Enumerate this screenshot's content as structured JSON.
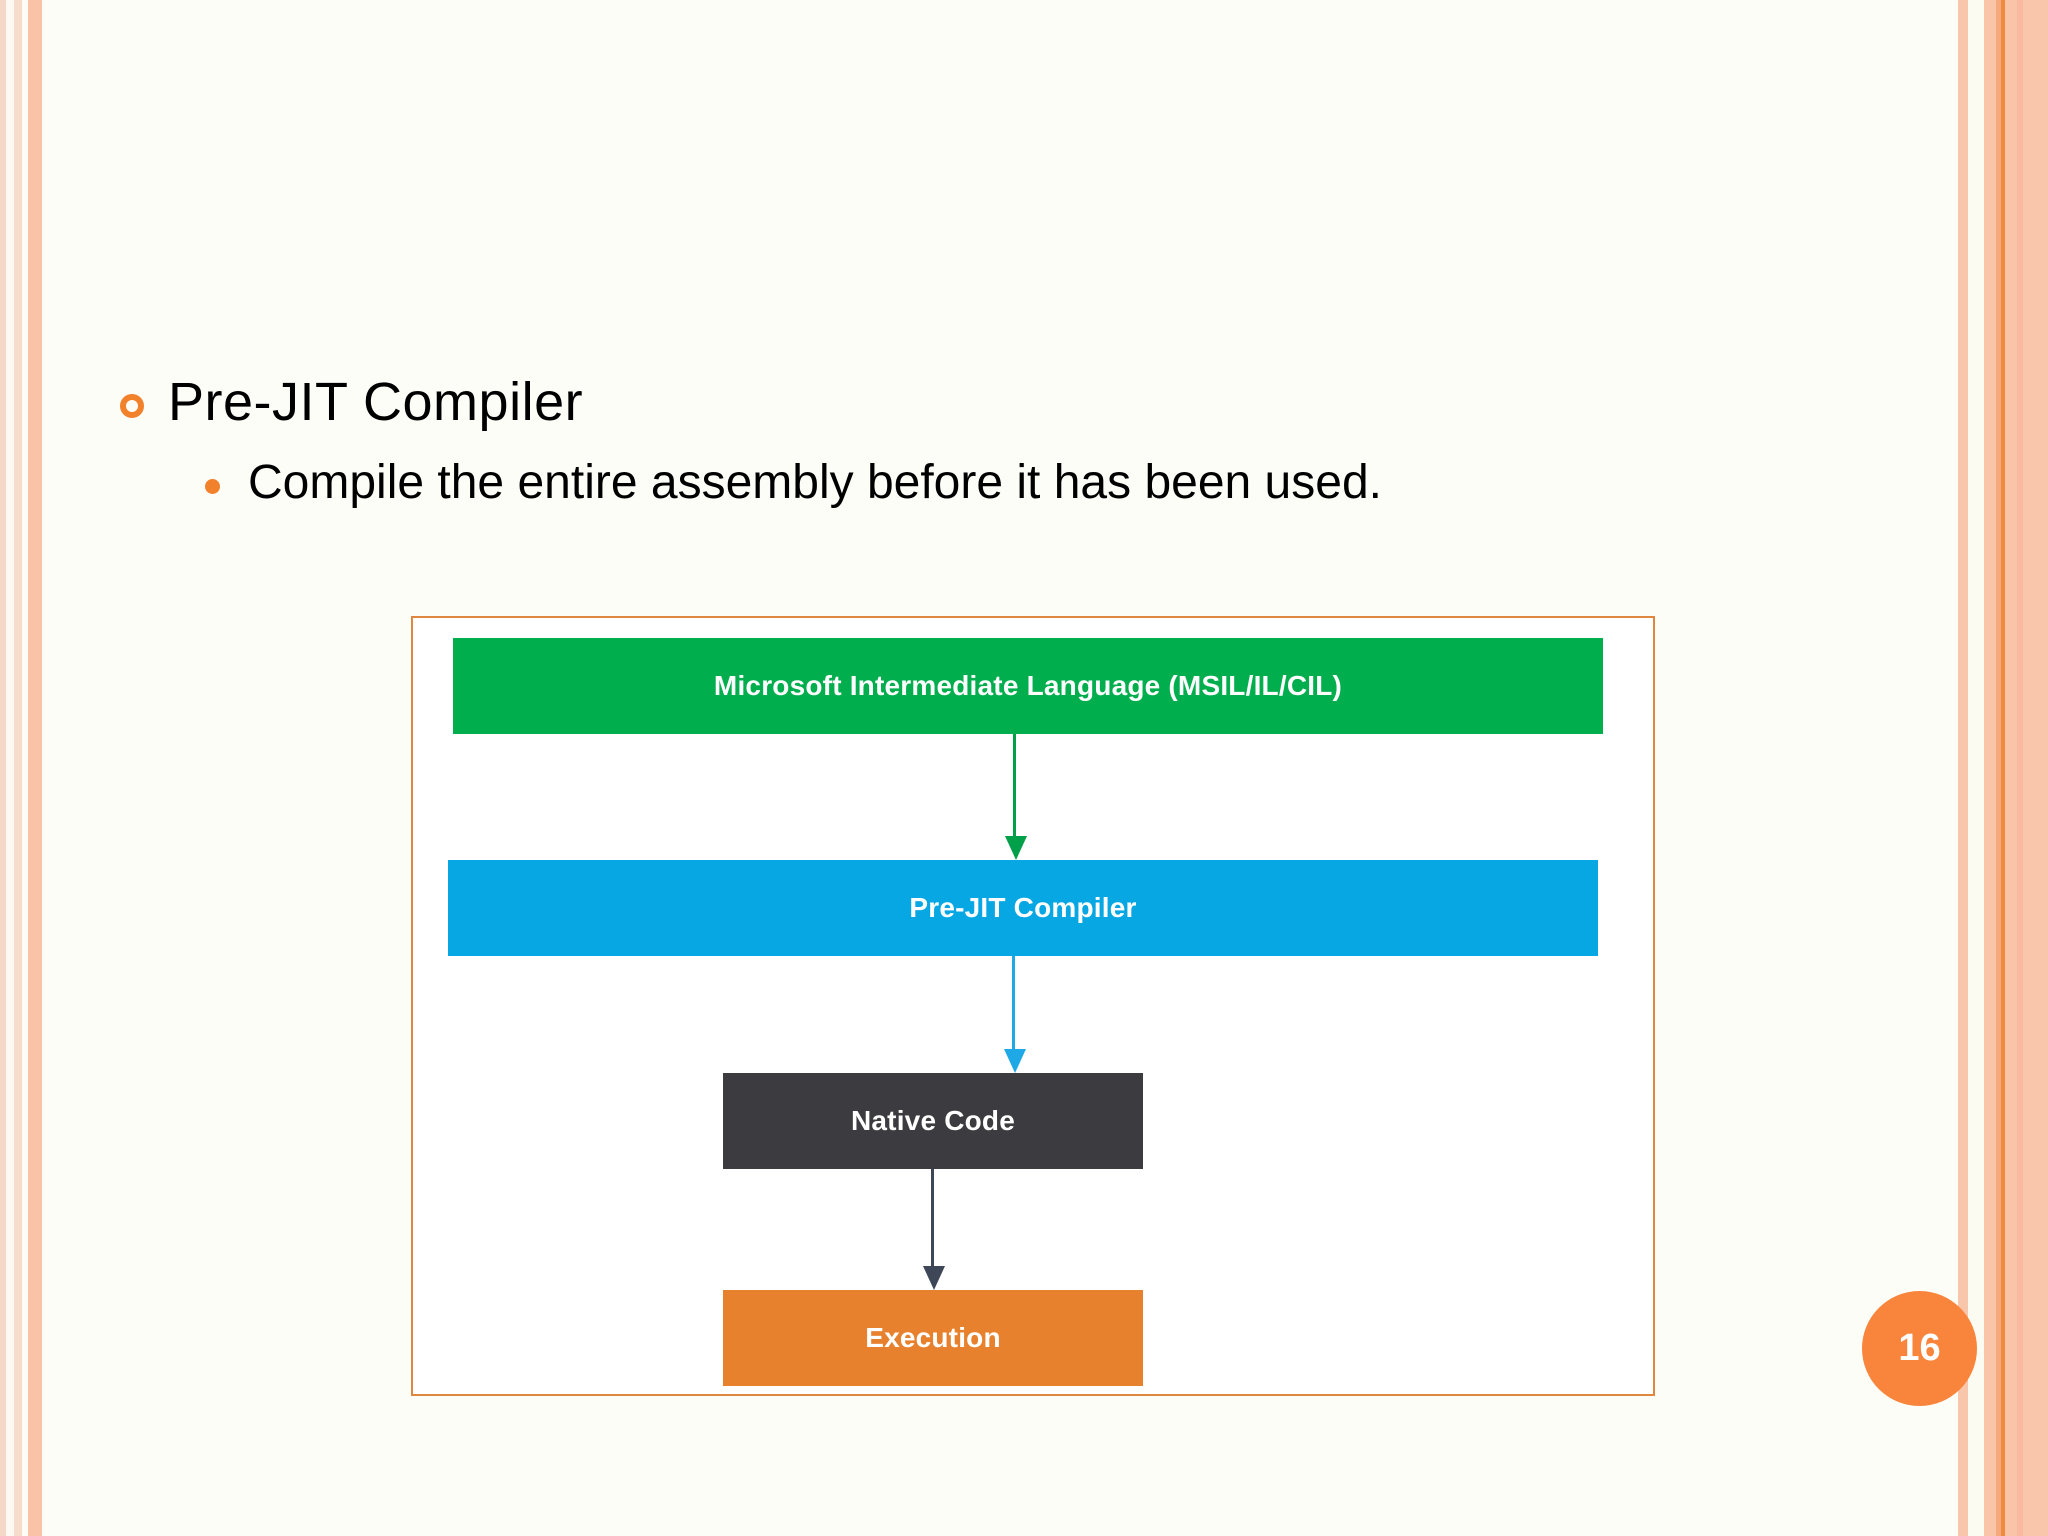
{
  "slide": {
    "page_number": "16",
    "bullets": [
      {
        "level": 1,
        "marker": "ring-bullet",
        "text": "Pre-JIT Compiler"
      },
      {
        "level": 2,
        "marker": "dot-bullet",
        "text": "Compile the entire assembly before it has been used."
      }
    ]
  },
  "diagram": {
    "nodes": [
      {
        "id": "msil",
        "label": "Microsoft Intermediate Language (MSIL/IL/CIL)",
        "color": "#00ae4d"
      },
      {
        "id": "prejit",
        "label": "Pre-JIT Compiler",
        "color": "#06a7e3"
      },
      {
        "id": "native",
        "label": "Native Code",
        "color": "#3c3c40"
      },
      {
        "id": "execution",
        "label": "Execution",
        "color": "#e8812e"
      }
    ],
    "arrows": [
      {
        "from": "msil",
        "to": "prejit",
        "color": "#00a04a"
      },
      {
        "from": "prejit",
        "to": "native",
        "color": "#1fa8e6"
      },
      {
        "from": "native",
        "to": "execution",
        "color": "#3e4758"
      }
    ],
    "border_color": "#e0873f"
  },
  "theme": {
    "accent_orange": "#f2812c",
    "page_badge_color": "#f9843b",
    "background": "#fdfdf8"
  }
}
